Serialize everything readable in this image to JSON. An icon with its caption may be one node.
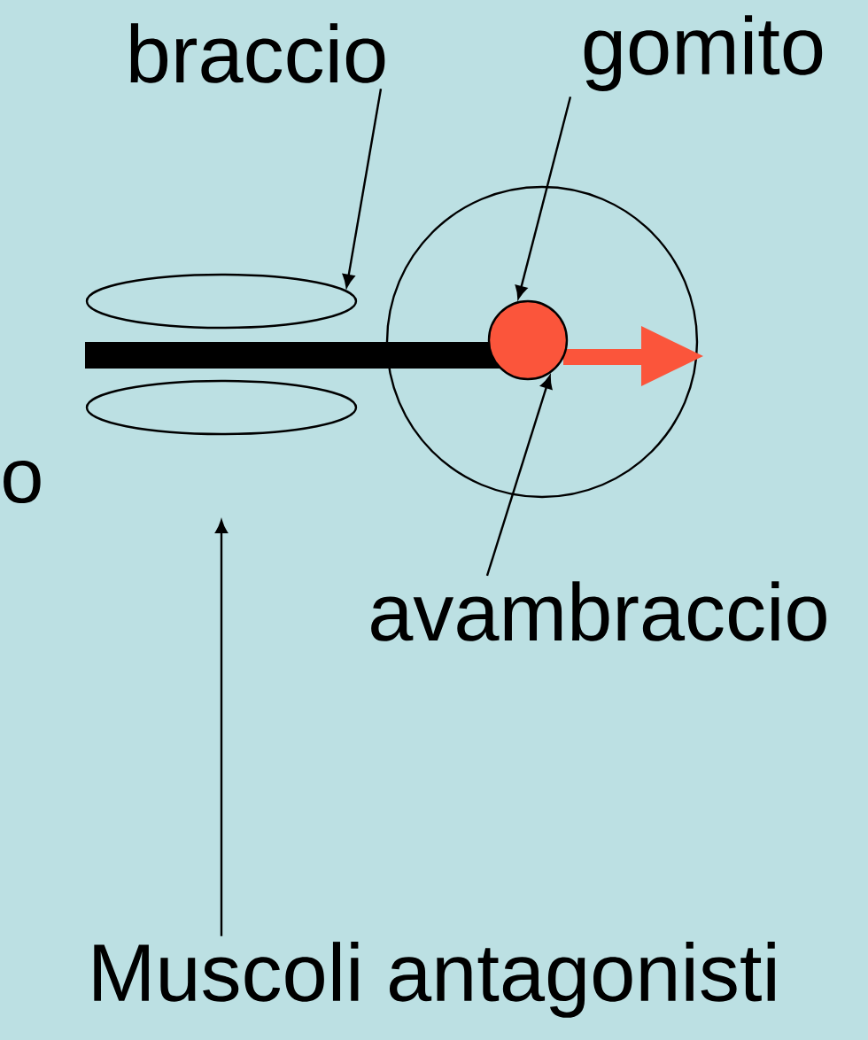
{
  "diagram": {
    "nodes": [
      {
        "text": [
          "braccio"
        ]
      },
      {
        "text": [
          "gomito"
        ]
      },
      {
        "text": [],
        "shape": "ellipse"
      },
      {
        "text": [],
        "shape": "ellipse"
      },
      {
        "text": [],
        "shape": "circle"
      },
      {
        "text": [],
        "shape": "circle",
        "in": 4
      },
      {
        "text": [
          "avambraccio"
        ]
      },
      {
        "text": [
          "Muscoli antagonisti"
        ]
      }
    ],
    "edges": [
      {
        "from": 0,
        "to": 2,
        "arrow": "to"
      },
      {
        "from": 1,
        "to": 5,
        "arrow": "to"
      },
      {
        "from": 6,
        "to": 5,
        "arrow": "to"
      },
      {
        "from": 7,
        "to": null,
        "arrow": "to"
      }
    ],
    "labels": [
      "o"
    ]
  }
}
